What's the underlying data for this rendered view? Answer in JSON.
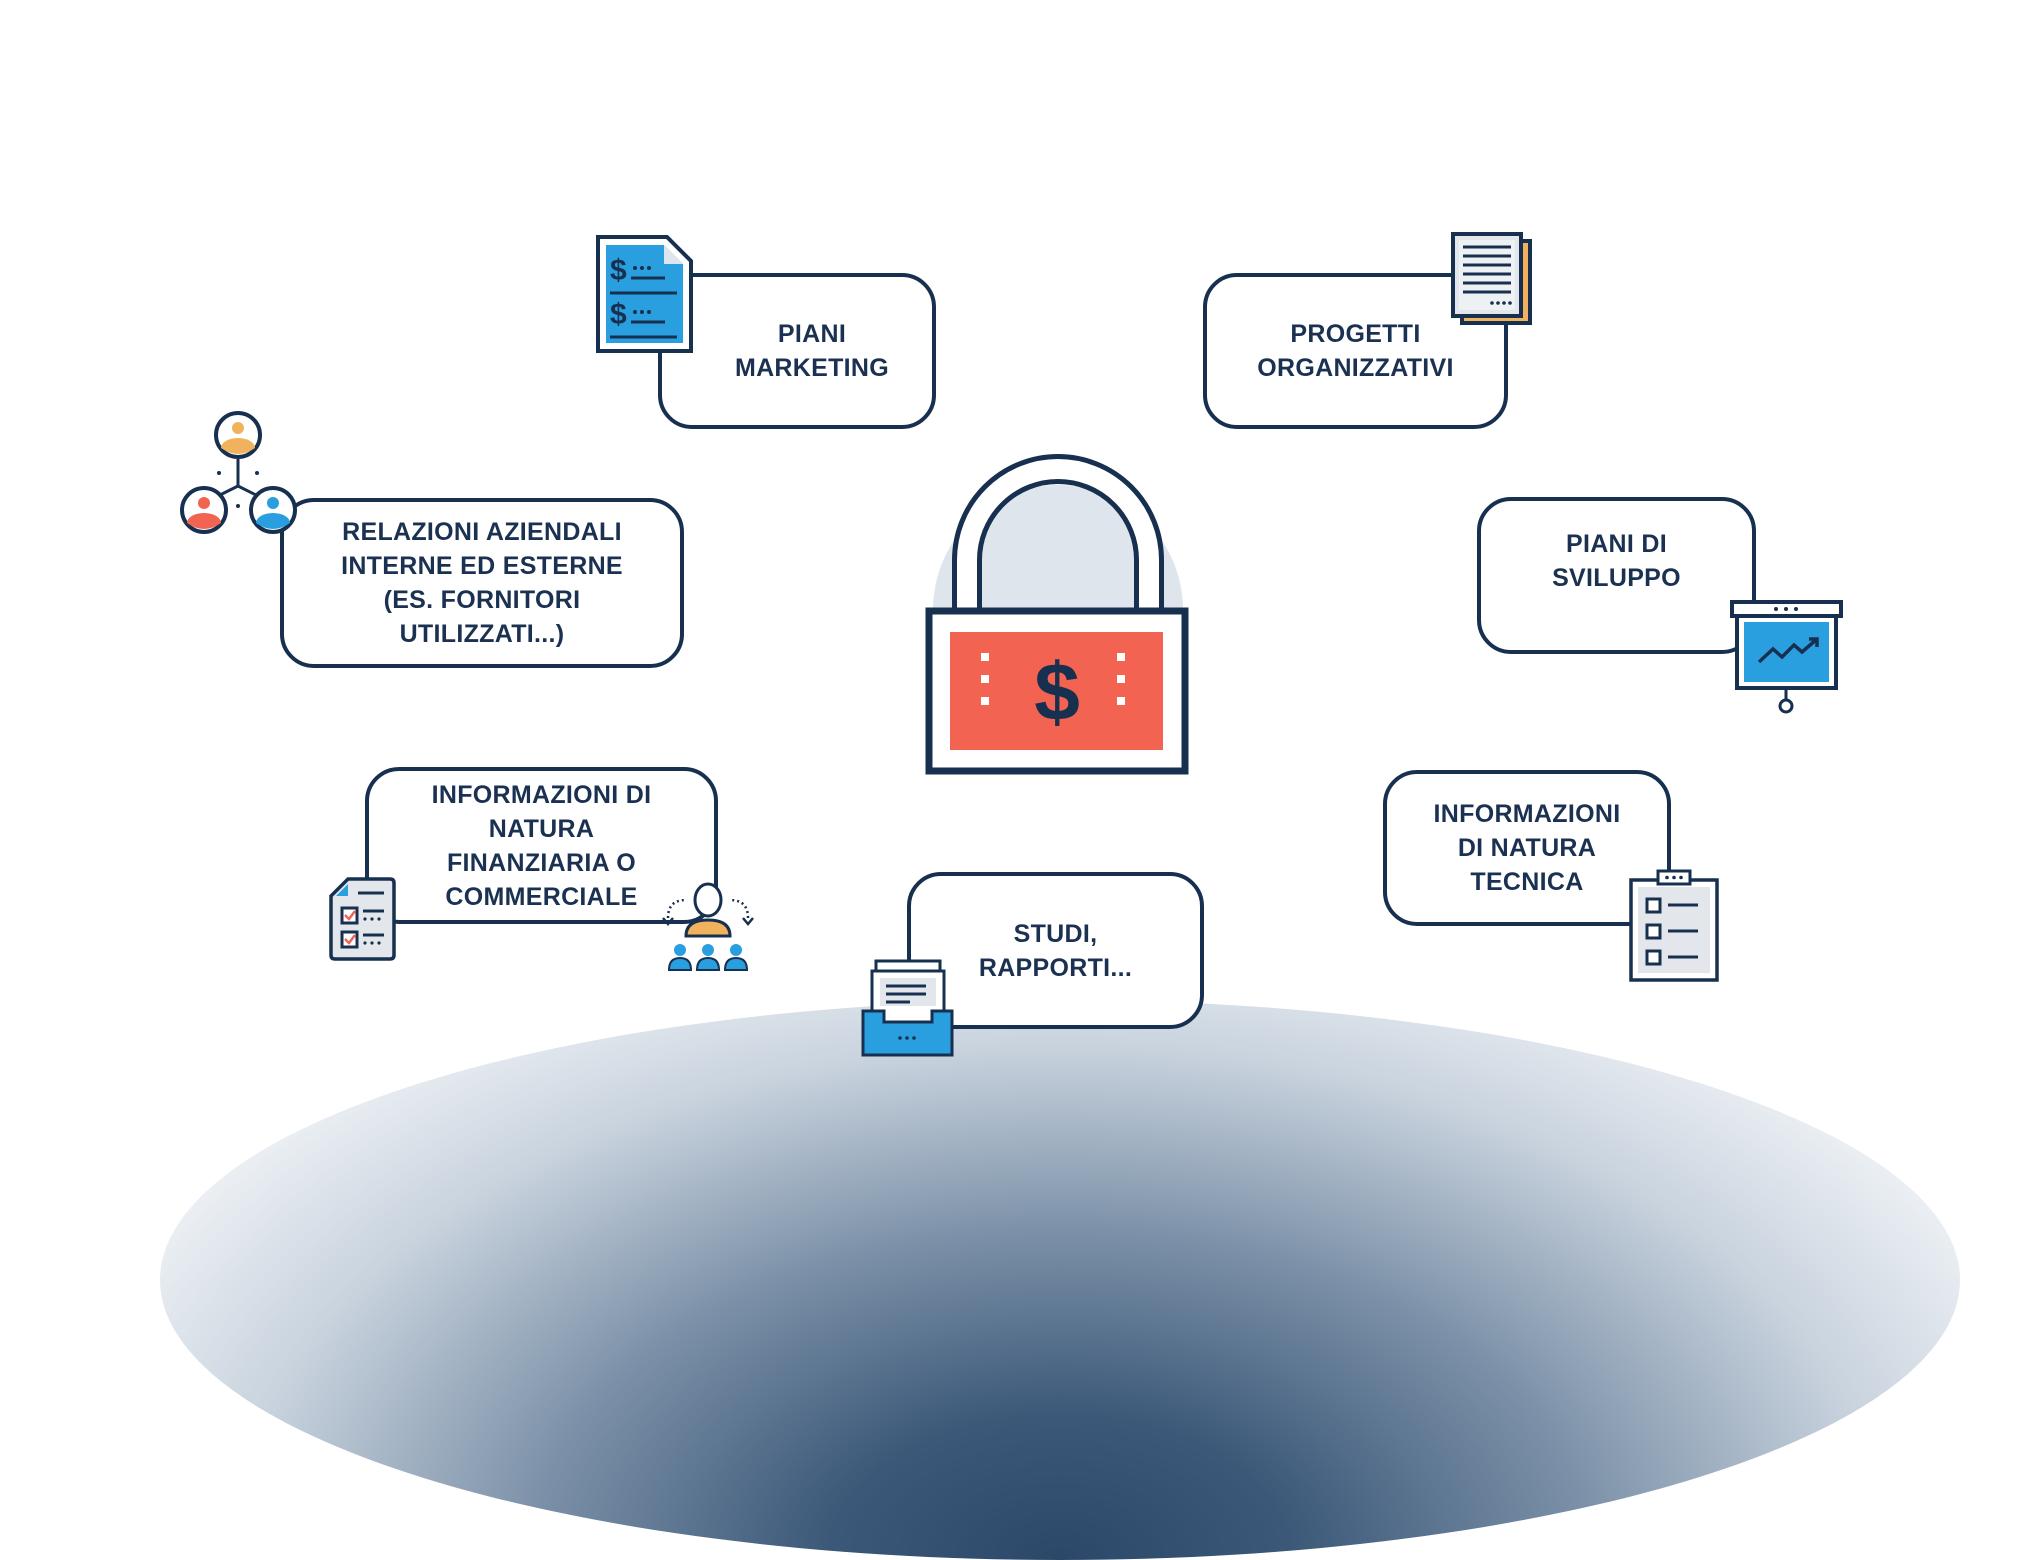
{
  "diagram": {
    "center": {
      "icon": "padlock-dollar-icon",
      "colors": {
        "outline": "#17304f",
        "panel": "#f26351",
        "backdrop": "#dfe5ec"
      }
    },
    "items": [
      {
        "id": "piani-marketing",
        "label": "PIANI\nMARKETING",
        "icon": "financial-document-icon"
      },
      {
        "id": "progetti-organizzativi",
        "label": "PROGETTI\nORGANIZZATIVI",
        "icon": "stacked-documents-icon"
      },
      {
        "id": "relazioni-aziendali",
        "label": "RELAZIONI AZIENDALI\nINTERNE ED ESTERNE\n(ES. FORNITORI\nUTILIZZATI...)",
        "icon": "people-network-icon"
      },
      {
        "id": "piani-sviluppo",
        "label": "PIANI DI\nSVILUPPO",
        "icon": "presentation-chart-icon"
      },
      {
        "id": "info-finanziaria",
        "label": "INFORMAZIONI DI\nNATURA\nFINANZIARIA O\nCOMMERCIALE",
        "icon": "checklist-document-icon",
        "icon2": "team-hierarchy-icon"
      },
      {
        "id": "studi-rapporti",
        "label": "STUDI,\nRAPPORTI...",
        "icon": "document-tray-icon"
      },
      {
        "id": "info-tecnica",
        "label": "INFORMAZIONI\nDI NATURA\nTECNICA",
        "icon": "clipboard-checklist-icon"
      }
    ],
    "colors": {
      "text": "#1b3152",
      "border": "#17304f",
      "blue": "#2a9fe0",
      "orange": "#f0b25c",
      "red": "#f26351",
      "gray": "#e3e7ec"
    }
  }
}
